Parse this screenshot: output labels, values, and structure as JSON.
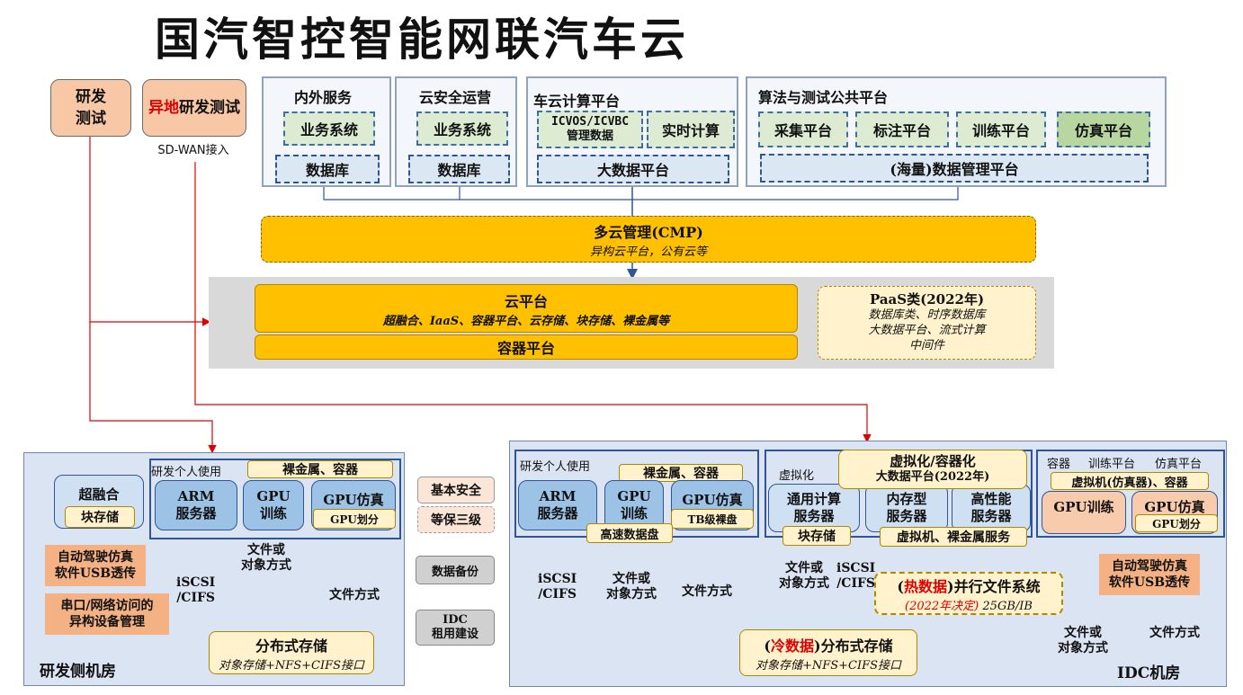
{
  "title": "国汽智控智能网联汽车云",
  "left_sources": {
    "rd_test": "研发测试",
    "remote_prefix": "异地",
    "remote_suffix": "研发测试",
    "sdwan": "SD-WAN接入"
  },
  "top_panels": {
    "p1": {
      "title": "内外服务",
      "biz": "业务系统",
      "db": "数据库"
    },
    "p2": {
      "title": "云安全运营",
      "biz": "业务系统",
      "db": "数据库"
    },
    "p3": {
      "title": "车云计算平台",
      "icv_line1": "ICVOS/ICVBC",
      "icv_line2": "管理数据",
      "rt": "实时计算",
      "bigdata": "大数据平台"
    },
    "p4": {
      "title": "算法与测试公共平台",
      "items": [
        "采集平台",
        "标注平台",
        "训练平台",
        "仿真平台"
      ],
      "mgmt": "(海量)数据管理平台"
    }
  },
  "cmp": {
    "title": "多云管理(CMP)",
    "sub": "异构云平台，公有云等"
  },
  "cloud": {
    "title": "云平台",
    "sub": "超融合、IaaS、容器平台、云存储、块存储、裸金属等",
    "container": "容器平台"
  },
  "paas": {
    "title": "PaaS类(2022年)",
    "l1": "数据库类、时序数据库",
    "l2": "大数据平台、流式计算",
    "l3": "中间件"
  },
  "rd_room": {
    "label": "研发侧机房",
    "hci": "超融合",
    "block": "块存储",
    "personal": "研发个人使用",
    "baremetal": "裸金属、容器",
    "arm_l1": "ARM",
    "arm_l2": "服务器",
    "gpu_l1": "GPU",
    "gpu_l2": "训练",
    "gpusim": "GPU仿真",
    "gpupart": "GPU划分",
    "usb_l1": "自动驾驶仿真",
    "usb_l2": "软件USB透传",
    "serial_l1": "串口/网络访问的",
    "serial_l2": "异构设备管理",
    "iscsi_l1": "iSCSI",
    "iscsi_l2": "/CIFS",
    "fo_l1": "文件或",
    "fo_l2": "对象方式",
    "file": "文件方式",
    "dist": "分布式存储",
    "dist_sub": "对象存储+NFS+CIFS接口"
  },
  "middle": {
    "basic": "基本安全",
    "level3": "等保三级",
    "backup": "数据备份",
    "idc_l1": "IDC",
    "idc_l2": "租用建设"
  },
  "idc_room": {
    "label": "IDC机房",
    "personal": "研发个人使用",
    "baremetal": "裸金属、容器",
    "arm_l1": "ARM",
    "arm_l2": "服务器",
    "gpu_l1": "GPU",
    "gpu_l2": "训练",
    "gpusim": "GPU仿真",
    "tb": "TB级裸盘",
    "fastdisk": "高速数据盘",
    "virt": "虚拟化",
    "vc_l1": "虚拟化/容器化",
    "vc_l2": "大数据平台(2022年)",
    "gen_l1": "通用计算",
    "gen_l2": "服务器",
    "mem_l1": "内存型",
    "mem_l2": "服务器",
    "hpc_l1": "高性能",
    "hpc_l2": "服务器",
    "block": "块存储",
    "vmbm": "虚拟机、裸金属服务",
    "container": "容器",
    "train": "训练平台",
    "sim": "仿真平台",
    "vmsim": "虚拟机(仿真器)、容器",
    "gputrain": "GPU训练",
    "gpusim2": "GPU仿真",
    "gpupart": "GPU划分",
    "usb_l1": "自动驾驶仿真",
    "usb_l2": "软件USB透传",
    "fo_l1": "文件或",
    "fo_l2": "对象方式",
    "iscsi_l1": "iSCSI",
    "iscsi_l2": "/CIFS",
    "file": "文件方式",
    "pfs_open": "(",
    "pfs_hot": "热数据",
    "pfs_rest": ")并行文件系统",
    "pfs_year": "(2022年决定)",
    "pfs_spec": "25GB/IB",
    "cold_open": "(",
    "cold_hot": "冷数据",
    "cold_rest": ")分布式存储",
    "cold_sub": "对象存储+NFS+CIFS接口"
  },
  "colors": {
    "red": "#e00000",
    "blue": "#2f5597",
    "gold": "#ffc000",
    "orange": "#f4b183"
  }
}
